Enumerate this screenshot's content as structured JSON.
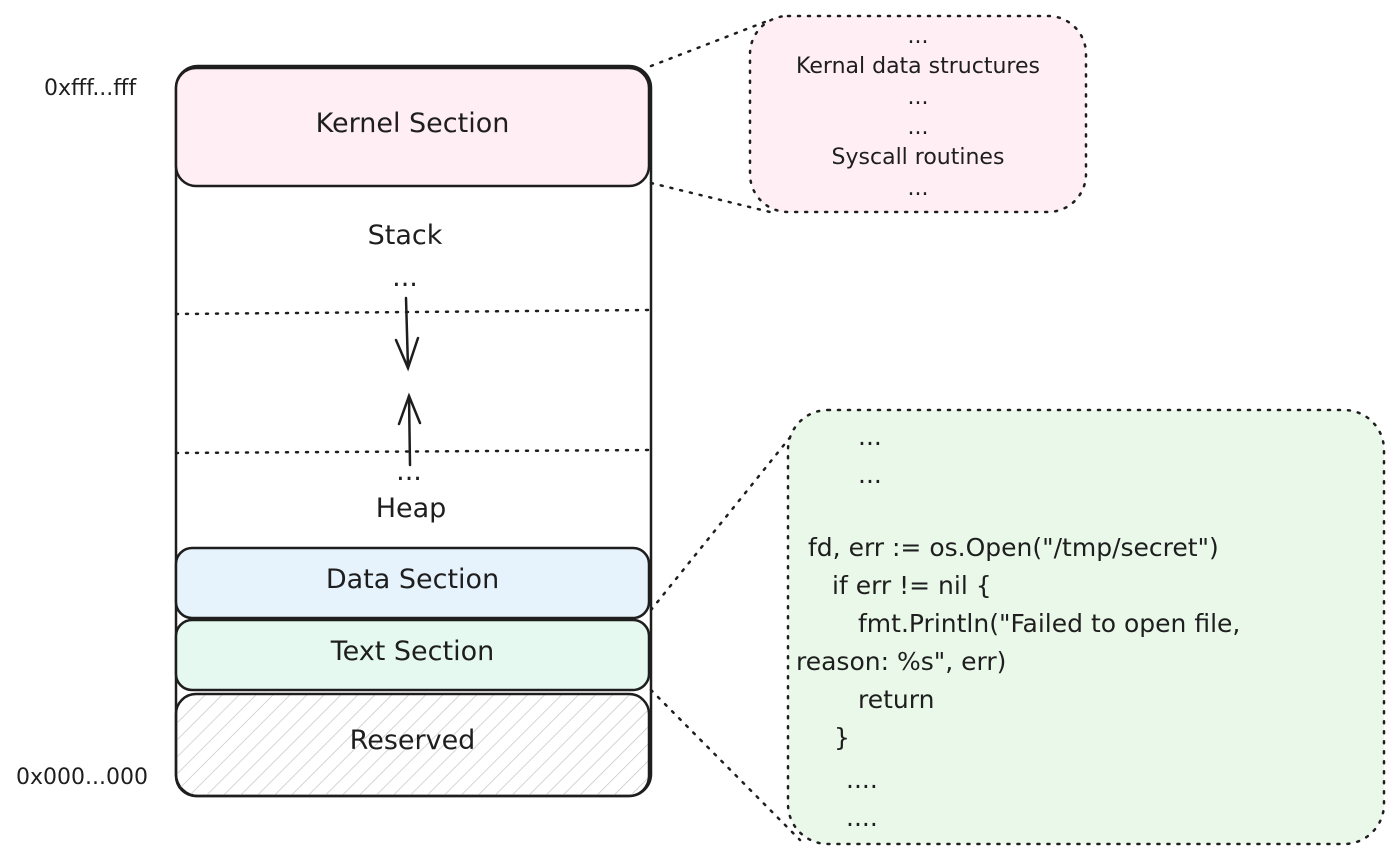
{
  "addresses": {
    "top": "0xfff...fff",
    "bottom": "0x000...000"
  },
  "memory": {
    "kernel": "Kernel Section",
    "stack": "Stack",
    "stack_dots": "...",
    "heap_dots": "...",
    "heap": "Heap",
    "data": "Data Section",
    "text": "Text Section",
    "reserved": "Reserved"
  },
  "kernel_callout": {
    "lines": [
      "...",
      "Kernal data structures",
      "...",
      "...",
      "Syscall routines",
      "..."
    ]
  },
  "code_callout": {
    "lines": [
      "...",
      "...",
      "fd, err := os.Open(\"/tmp/secret\")",
      "if err != nil {",
      "fmt.Println(\"Failed to open file,",
      "reason: %s\", err)",
      "return",
      "}",
      "....",
      "...."
    ]
  },
  "colors": {
    "kernel_fill": "#ffeef4",
    "data_fill": "#e6f3fc",
    "text_fill": "#e6f9f1",
    "code_fill": "#eaf8ea",
    "stroke": "#1e1e1e"
  }
}
